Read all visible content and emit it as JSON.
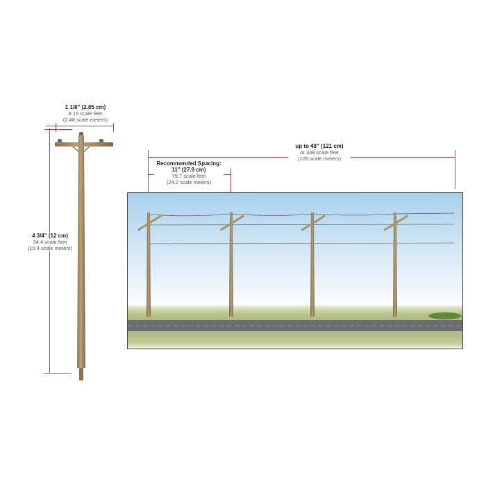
{
  "diagram": {
    "subject": "Telephone pole model with scale dimensions",
    "colors": {
      "dimension_line": "#c0394f",
      "pole_wood": "#a58e68",
      "sky_top": "#aed3ee",
      "grass": "#b9c48f",
      "road": "#6b6d70",
      "scene_border": "#444444"
    },
    "pole_detail": {
      "width_label": {
        "primary": "1 1/8\" (2.85 cm)",
        "scale_feet": "6.15 scale feet",
        "scale_meters": "(2.48 scale meters)"
      },
      "height_label": {
        "primary": "4 3/4\" (12 cm)",
        "scale_feet": "34.4 scale feet",
        "scale_meters": "(10.4 scale meters)"
      }
    },
    "scene": {
      "total_label": {
        "primary": "up to 48\" (121 cm)",
        "scale_feet": "or 348 scale feet",
        "scale_meters": "(106 scale meters)"
      },
      "spacing_label": {
        "title": "Recommended Spacing:",
        "primary": "11\" (27.9 cm)",
        "scale_feet": "79.7 scale feet",
        "scale_meters": "(24.2 scale meters)"
      },
      "pole_count": 4,
      "wire_count": 3
    }
  }
}
